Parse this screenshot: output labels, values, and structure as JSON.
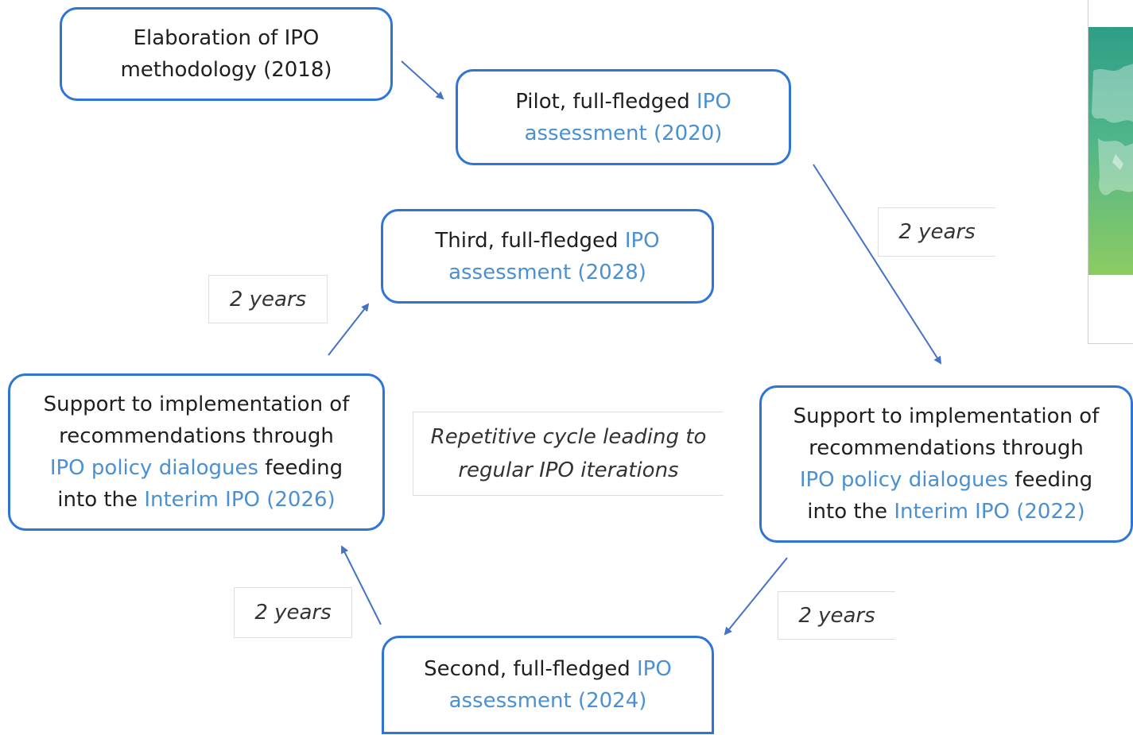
{
  "nodes": {
    "methodology": {
      "line1": "Elaboration of IPO",
      "line2": "methodology (2018)"
    },
    "pilot": {
      "line1_plain": "Pilot, full-fledged ",
      "line1_blue": "IPO",
      "line2_blue": "assessment (2020)"
    },
    "interim_2022": {
      "line1": "Support to implementation of",
      "line2": "recommendations through",
      "line3_blue": "IPO policy dialogues",
      "line3_plain": " feeding",
      "line4_plain": "into the ",
      "line4_blue": "Interim IPO (2022)"
    },
    "second": {
      "line1_plain": "Second, full-fledged ",
      "line1_blue": "IPO",
      "line2_blue": "assessment (2024)"
    },
    "interim_2026": {
      "line1": "Support to implementation of",
      "line2": "recommendations through",
      "line3_blue": "IPO policy dialogues",
      "line3_plain": " feeding",
      "line4_plain": "into the ",
      "line4_blue": "Interim IPO (2026)"
    },
    "third": {
      "line1_plain": "Third, full-fledged ",
      "line1_blue": "IPO",
      "line2_blue": "assessment (2028)"
    }
  },
  "interval_labels": {
    "pilot_to_2022": "2 years",
    "to_second": "2 years",
    "to_2026": "2 years",
    "to_third": "2 years"
  },
  "center_label": {
    "line1": "Repetitive cycle leading to",
    "line2": "regular IPO iterations"
  },
  "colors": {
    "box_border": "#2e75d6",
    "highlight_text": "#4a90d2",
    "arrow": "#4472c4"
  }
}
